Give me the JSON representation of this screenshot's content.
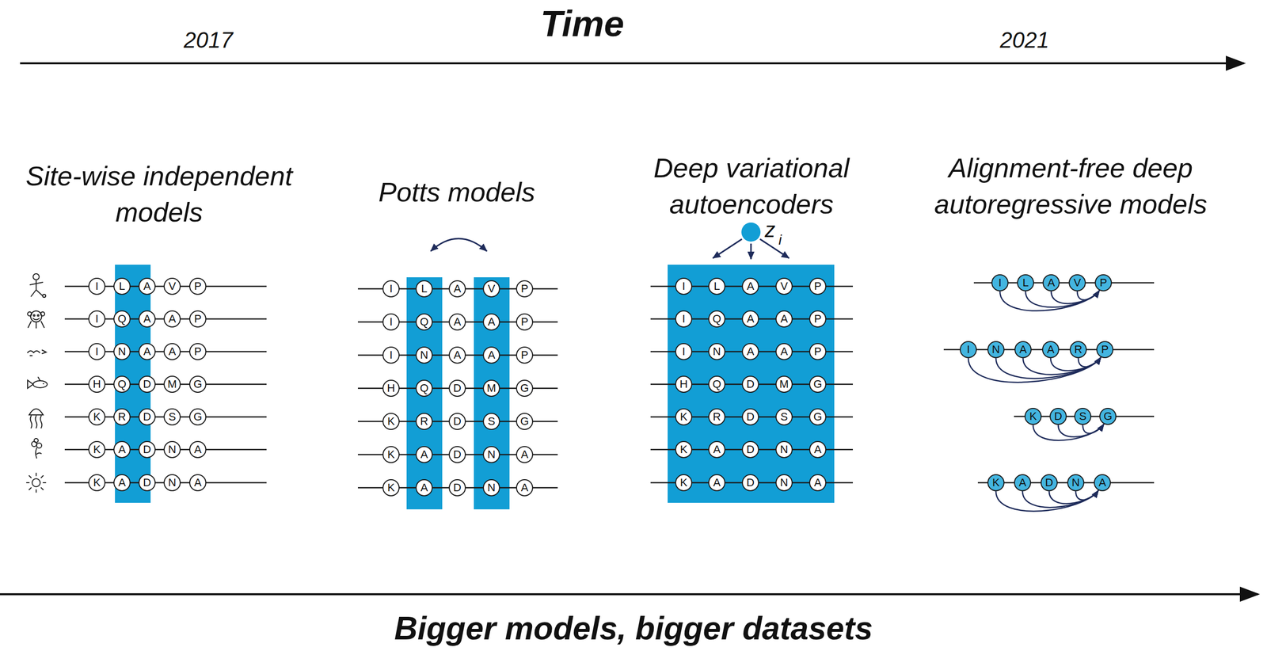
{
  "diagram": {
    "title": "Time",
    "nodes": [
      {
        "text": [
          "I"
        ]
      },
      {
        "text": [
          "L"
        ]
      },
      {
        "text": [
          "A"
        ]
      },
      {
        "text": [
          "V"
        ]
      },
      {
        "text": [
          "P"
        ]
      },
      {
        "text": [
          "I"
        ]
      },
      {
        "text": [
          "Q"
        ]
      },
      {
        "text": [
          "A"
        ]
      },
      {
        "text": [
          "A"
        ]
      },
      {
        "text": [
          "P"
        ]
      },
      {
        "text": [
          "I"
        ]
      },
      {
        "text": [
          "N"
        ]
      },
      {
        "text": [
          "A"
        ]
      },
      {
        "text": [
          "A"
        ]
      },
      {
        "text": [
          "P"
        ]
      },
      {
        "text": [
          "H"
        ]
      },
      {
        "text": [
          "Q"
        ]
      },
      {
        "text": [
          "D"
        ]
      },
      {
        "text": [
          "M"
        ]
      },
      {
        "text": [
          "G"
        ]
      },
      {
        "text": [
          "K"
        ]
      },
      {
        "text": [
          "R"
        ]
      },
      {
        "text": [
          "D"
        ]
      },
      {
        "text": [
          "S"
        ]
      },
      {
        "text": [
          "G"
        ]
      },
      {
        "text": [
          "K"
        ]
      },
      {
        "text": [
          "A"
        ]
      },
      {
        "text": [
          "D"
        ]
      },
      {
        "text": [
          "N"
        ]
      },
      {
        "text": [
          "A"
        ]
      },
      {
        "text": [
          "K"
        ]
      },
      {
        "text": [
          "A"
        ]
      },
      {
        "text": [
          "D"
        ]
      },
      {
        "text": [
          "N"
        ]
      },
      {
        "text": [
          "A"
        ]
      },
      {
        "text": [
          "I"
        ]
      },
      {
        "text": [
          "L"
        ]
      },
      {
        "text": [
          "A"
        ]
      },
      {
        "text": [
          "V"
        ]
      },
      {
        "text": [
          "P"
        ]
      },
      {
        "text": [
          "I"
        ]
      },
      {
        "text": [
          "Q"
        ]
      },
      {
        "text": [
          "A"
        ]
      },
      {
        "text": [
          "A"
        ]
      },
      {
        "text": [
          "P"
        ]
      },
      {
        "text": [
          "I"
        ]
      },
      {
        "text": [
          "N"
        ]
      },
      {
        "text": [
          "A"
        ]
      },
      {
        "text": [
          "A"
        ]
      },
      {
        "text": [
          "P"
        ]
      },
      {
        "text": [
          "H"
        ]
      },
      {
        "text": [
          "Q"
        ]
      },
      {
        "text": [
          "D"
        ]
      },
      {
        "text": [
          "M"
        ]
      },
      {
        "text": [
          "G"
        ]
      },
      {
        "text": [
          "K"
        ]
      },
      {
        "text": [
          "R"
        ]
      },
      {
        "text": [
          "D"
        ]
      },
      {
        "text": [
          "S"
        ]
      },
      {
        "text": [
          "G"
        ]
      },
      {
        "text": [
          "K"
        ]
      },
      {
        "text": [
          "A"
        ]
      },
      {
        "text": [
          "D"
        ]
      },
      {
        "text": [
          "N"
        ]
      },
      {
        "text": [
          "A"
        ]
      },
      {
        "text": [
          "K"
        ]
      },
      {
        "text": [
          "A"
        ]
      },
      {
        "text": [
          "D"
        ]
      },
      {
        "text": [
          "N"
        ]
      },
      {
        "text": [
          "A"
        ]
      },
      {
        "text": [
          "I"
        ]
      },
      {
        "text": [
          "L"
        ]
      },
      {
        "text": [
          "A"
        ]
      },
      {
        "text": [
          "V"
        ]
      },
      {
        "text": [
          "P"
        ]
      },
      {
        "text": [
          "I"
        ]
      },
      {
        "text": [
          "Q"
        ]
      },
      {
        "text": [
          "A"
        ]
      },
      {
        "text": [
          "A"
        ]
      },
      {
        "text": [
          "P"
        ]
      },
      {
        "text": [
          "I"
        ]
      },
      {
        "text": [
          "N"
        ]
      },
      {
        "text": [
          "A"
        ]
      },
      {
        "text": [
          "A"
        ]
      },
      {
        "text": [
          "P"
        ]
      },
      {
        "text": [
          "H"
        ]
      },
      {
        "text": [
          "Q"
        ]
      },
      {
        "text": [
          "D"
        ]
      },
      {
        "text": [
          "M"
        ]
      },
      {
        "text": [
          "G"
        ]
      },
      {
        "text": [
          "K"
        ]
      },
      {
        "text": [
          "R"
        ]
      },
      {
        "text": [
          "D"
        ]
      },
      {
        "text": [
          "S"
        ]
      },
      {
        "text": [
          "G"
        ]
      },
      {
        "text": [
          "K"
        ]
      },
      {
        "text": [
          "A"
        ]
      },
      {
        "text": [
          "D"
        ]
      },
      {
        "text": [
          "N"
        ]
      },
      {
        "text": [
          "A"
        ]
      },
      {
        "text": [
          "K"
        ]
      },
      {
        "text": [
          "A"
        ]
      },
      {
        "text": [
          "D"
        ]
      },
      {
        "text": [
          "N"
        ]
      },
      {
        "text": [
          "A"
        ]
      },
      {
        "text": [
          "I"
        ]
      },
      {
        "text": [
          "L"
        ]
      },
      {
        "text": [
          "A"
        ]
      },
      {
        "text": [
          "V"
        ]
      },
      {
        "text": [
          "P"
        ]
      },
      {
        "text": [
          "I"
        ]
      },
      {
        "text": [
          "N"
        ]
      },
      {
        "text": [
          "A"
        ]
      },
      {
        "text": [
          "A"
        ]
      },
      {
        "text": [
          "R"
        ]
      },
      {
        "text": [
          "P"
        ]
      },
      {
        "text": [
          "K"
        ]
      },
      {
        "text": [
          "D"
        ]
      },
      {
        "text": [
          "S"
        ]
      },
      {
        "text": [
          "G"
        ]
      },
      {
        "text": [
          "K"
        ]
      },
      {
        "text": [
          "A"
        ]
      },
      {
        "text": [
          "D"
        ]
      },
      {
        "text": [
          "N"
        ]
      },
      {
        "text": [
          "A"
        ]
      }
    ],
    "edges": [
      {
        "from": 105,
        "to": 109,
        "arrow": "to"
      },
      {
        "from": 106,
        "to": 109,
        "arrow": "to"
      },
      {
        "from": 107,
        "to": 109,
        "arrow": "to"
      },
      {
        "from": 108,
        "to": 109,
        "arrow": "to"
      },
      {
        "from": 110,
        "to": 115,
        "arrow": "to"
      },
      {
        "from": 111,
        "to": 115,
        "arrow": "to"
      },
      {
        "from": 112,
        "to": 115,
        "arrow": "to"
      },
      {
        "from": 113,
        "to": 115,
        "arrow": "to"
      },
      {
        "from": 114,
        "to": 115,
        "arrow": "to"
      },
      {
        "from": 116,
        "to": 119,
        "arrow": "to"
      },
      {
        "from": 117,
        "to": 119,
        "arrow": "to"
      },
      {
        "from": 118,
        "to": 119,
        "arrow": "to"
      },
      {
        "from": 120,
        "to": 124,
        "arrow": "to"
      },
      {
        "from": 121,
        "to": 124,
        "arrow": "to"
      },
      {
        "from": 122,
        "to": 124,
        "arrow": "to"
      },
      {
        "from": 123,
        "to": 124,
        "arrow": "to"
      }
    ],
    "labels": [
      "2017",
      "2021",
      "Site-wise independent models",
      "Potts models",
      "Deep variational autoencoders",
      "Alignment-free deep autoregressive models",
      "z",
      "i",
      "Bigger models, bigger datasets"
    ]
  }
}
